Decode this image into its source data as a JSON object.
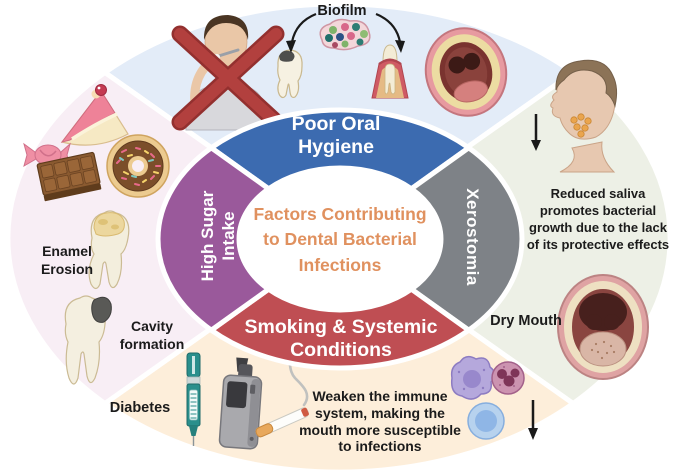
{
  "figure": {
    "title": "Factors Contributing to Dental Bacterial Infections"
  },
  "ring": {
    "center_label": "Factors Contributing to Dental Bacterial Infections",
    "center_text_color": "#e0915f",
    "segments": [
      {
        "position": "top",
        "label": "Poor Oral Hygiene",
        "color": "#3c6bb0"
      },
      {
        "position": "right",
        "label": "Xerostomia",
        "color": "#7e8287"
      },
      {
        "position": "bottom",
        "label": "Smoking & Systemic Conditions",
        "color": "#bf4e53"
      },
      {
        "position": "left",
        "label": "High Sugar Intake",
        "color": "#9a599b"
      }
    ]
  },
  "sections": {
    "top": {
      "bg_color": "#e3ecf8",
      "label": "Biofilm",
      "icons": [
        "no-toothbrushing-icon",
        "decayed-tooth-icon",
        "biofilm-bacteria-icon",
        "curved-arrow-left-icon",
        "curved-arrow-right-icon",
        "periodontitis-tooth-icon",
        "open-mouth-icon"
      ]
    },
    "right": {
      "bg_color": "#edf0e6",
      "caption": "Reduced saliva promotes bacterial growth due to the lack of its protective effects",
      "label": "Dry Mouth",
      "icons": [
        "face-salivary-gland-icon",
        "down-arrow-icon",
        "dry-mouth-icon"
      ]
    },
    "bottom": {
      "bg_color": "#fdeeda",
      "caption": "Weaken the immune system, making the mouth more susceptible to infections",
      "label": "Diabetes",
      "icons": [
        "insulin-pen-icon",
        "vape-device-icon",
        "cigarette-smoke-icon",
        "immune-cells-icon",
        "down-arrow-icon"
      ]
    },
    "left": {
      "bg_color": "#f8eef5",
      "labels": [
        "Enamel Erosion",
        "Cavity formation"
      ],
      "icons": [
        "cake-slice-icon",
        "candy-icon",
        "chocolate-bar-icon",
        "donut-icon",
        "eroded-tooth-icon",
        "cavity-tooth-icon"
      ]
    }
  },
  "colors": {
    "prohibition_red": "#b2403e",
    "label_text": "#1b1b1b",
    "white_divider": "#ffffff"
  }
}
